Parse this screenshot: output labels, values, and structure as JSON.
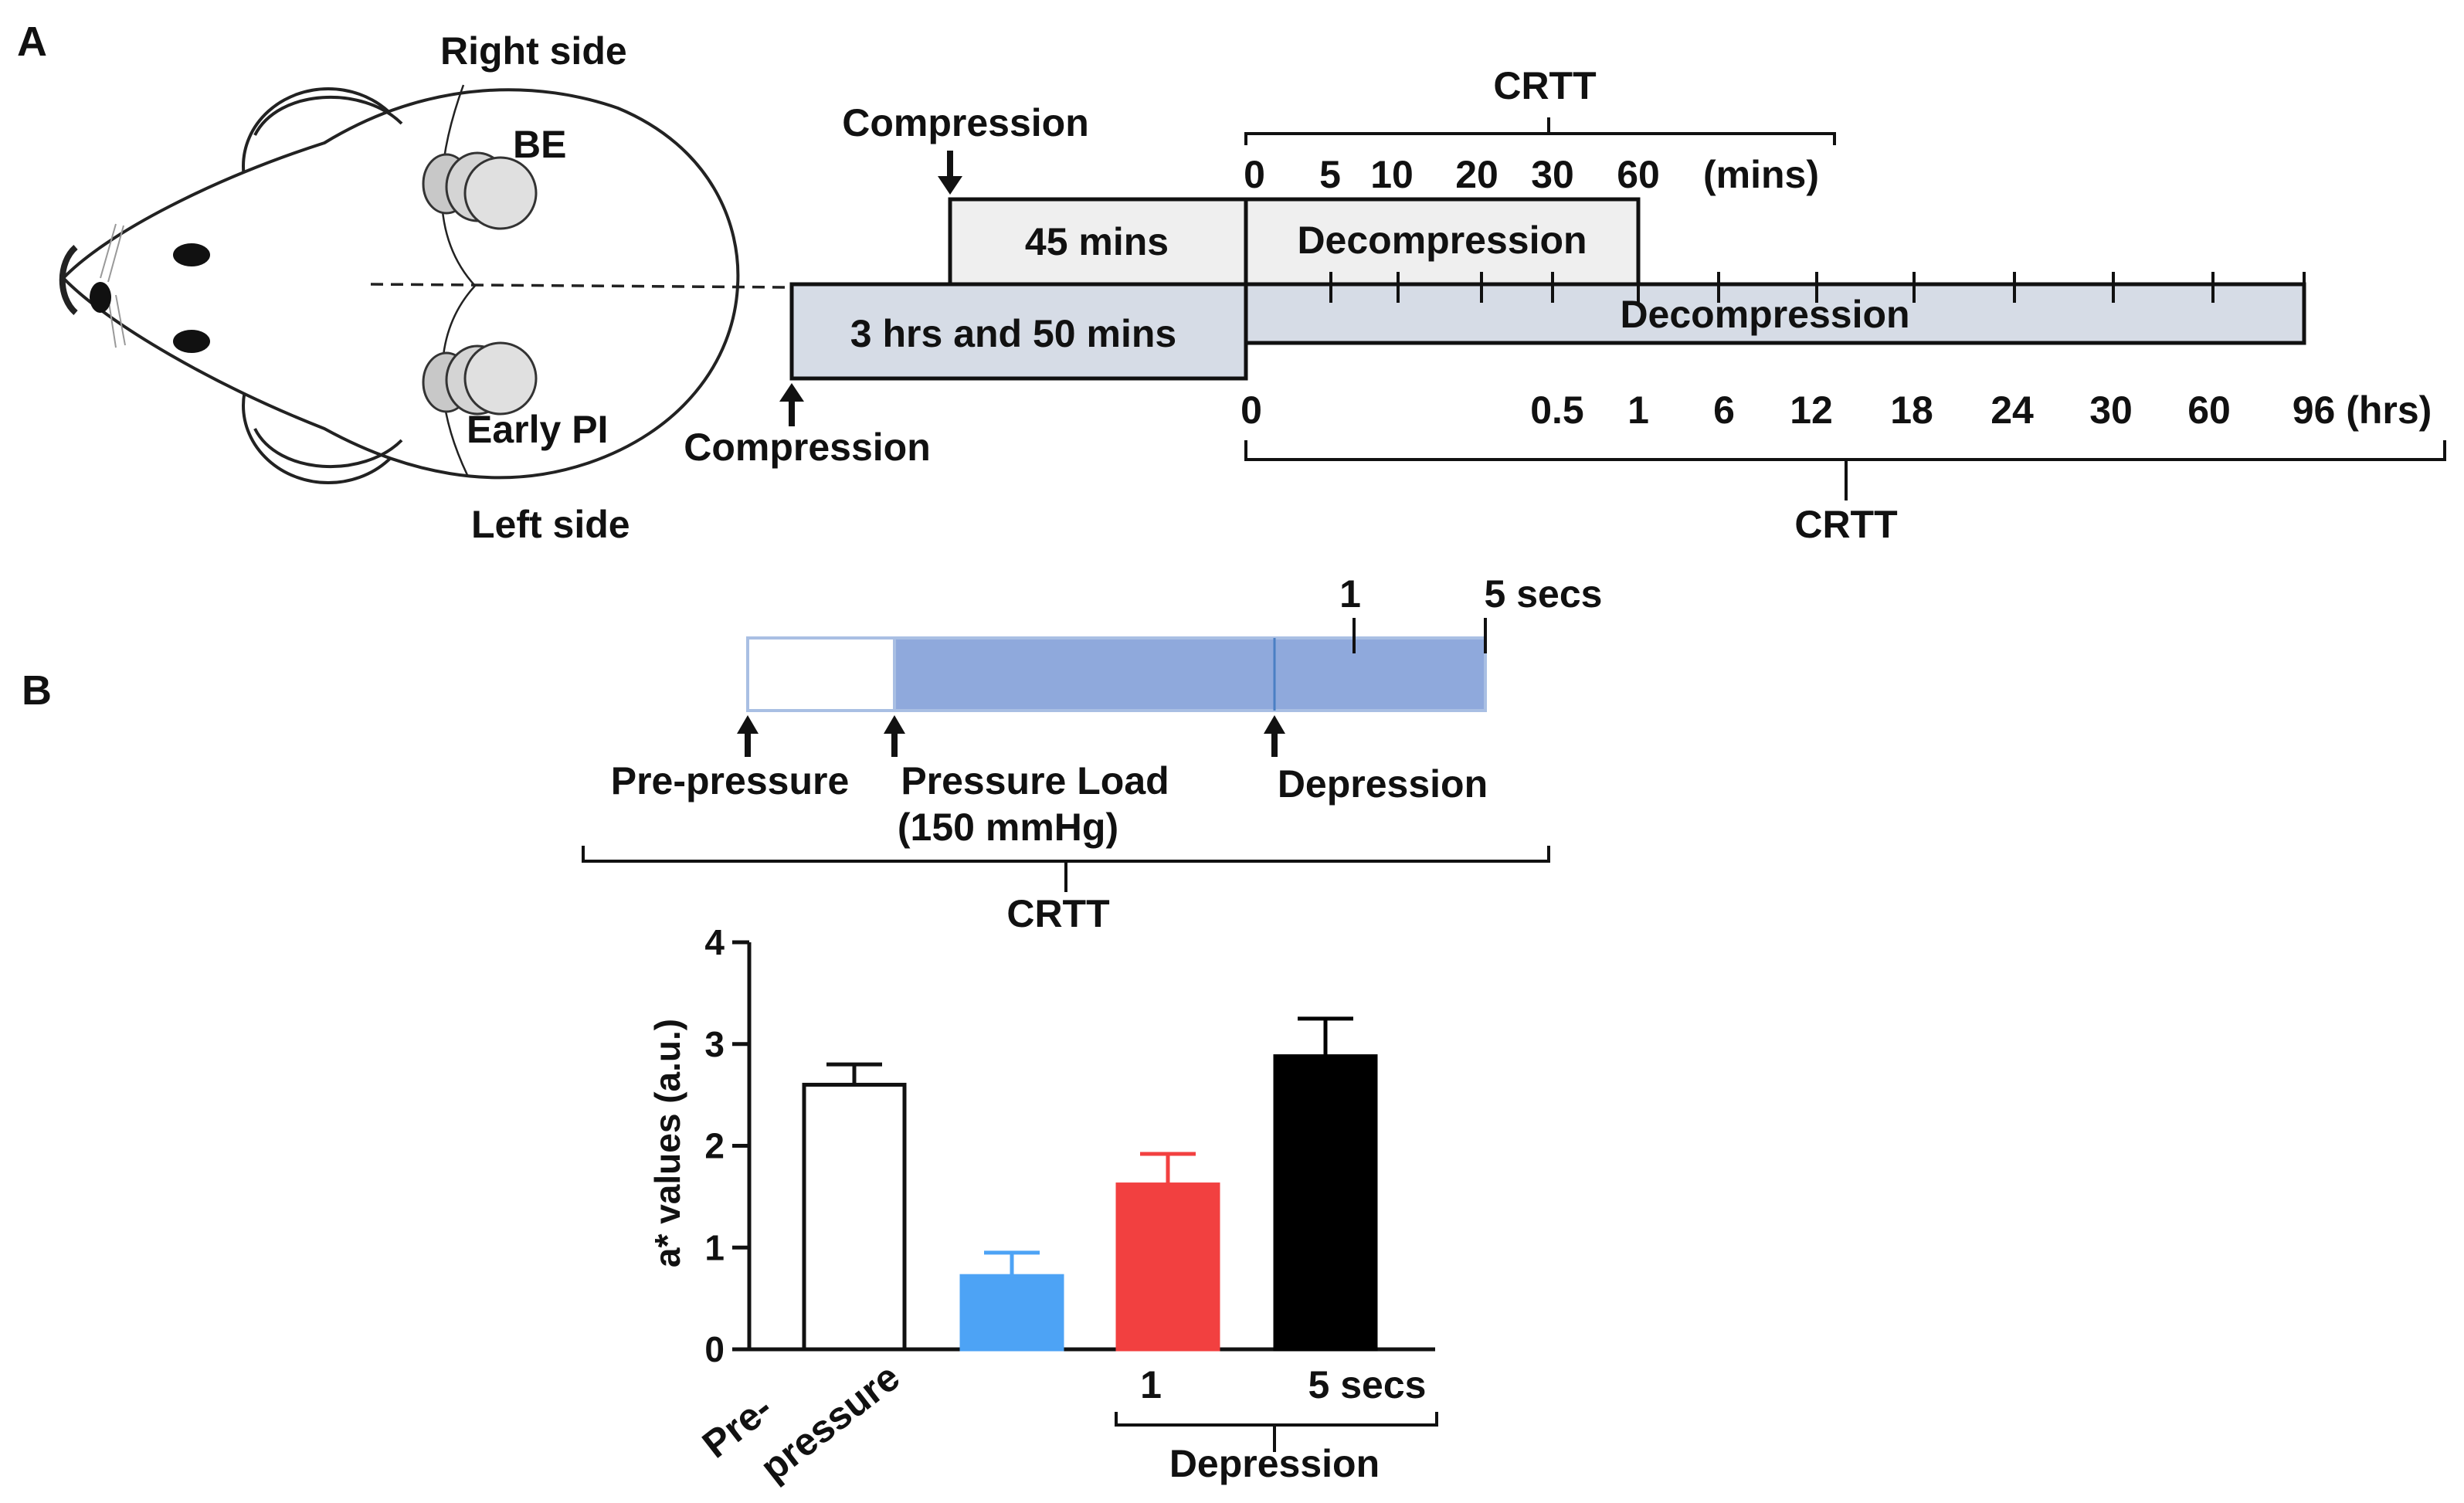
{
  "panel_a": {
    "label": "A",
    "mouse": {
      "right_side": "Right side",
      "left_side": "Left side",
      "be": "BE",
      "early_pi": "Early PI"
    },
    "top_bar": {
      "compression_label": "Compression",
      "duration": "45 mins",
      "decompression": "Decompression",
      "crtt": "CRTT",
      "ticks": [
        "0",
        "5",
        "10",
        "20",
        "30",
        "60"
      ],
      "unit": "(mins)"
    },
    "bottom_bar": {
      "compression_label": "Compression",
      "duration": "3 hrs and 50 mins",
      "decompression": "Decompression",
      "crtt": "CRTT",
      "ticks": [
        "0",
        "0.5",
        "1",
        "6",
        "12",
        "18",
        "24",
        "30",
        "60",
        "96 (hrs)"
      ]
    }
  },
  "panel_b": {
    "label": "B",
    "timeline": {
      "tick_1": "1",
      "tick_5": "5 secs",
      "pre_pressure": "Pre-pressure",
      "pressure_load": "Pressure Load",
      "pressure_value": "(150 mmHg)",
      "depression": "Depression",
      "crtt": "CRTT",
      "fill_color": "#8fa9dc"
    }
  },
  "chart_data": {
    "type": "bar",
    "ylabel": "a* values (a.u.)",
    "ylim": [
      0,
      4
    ],
    "yticks": [
      "0",
      "1",
      "2",
      "3",
      "4"
    ],
    "categories": [
      "Pre-pressure",
      "",
      "1",
      "5 secs"
    ],
    "category_lines": [
      [
        "Pre-",
        "pressure"
      ]
    ],
    "group_label": "Depression",
    "values": [
      2.6,
      0.72,
      1.62,
      2.88
    ],
    "errors": [
      0.2,
      0.23,
      0.3,
      0.37
    ],
    "colors": [
      "#ffffff",
      "#4da3f5",
      "#f24040",
      "#000000"
    ]
  }
}
